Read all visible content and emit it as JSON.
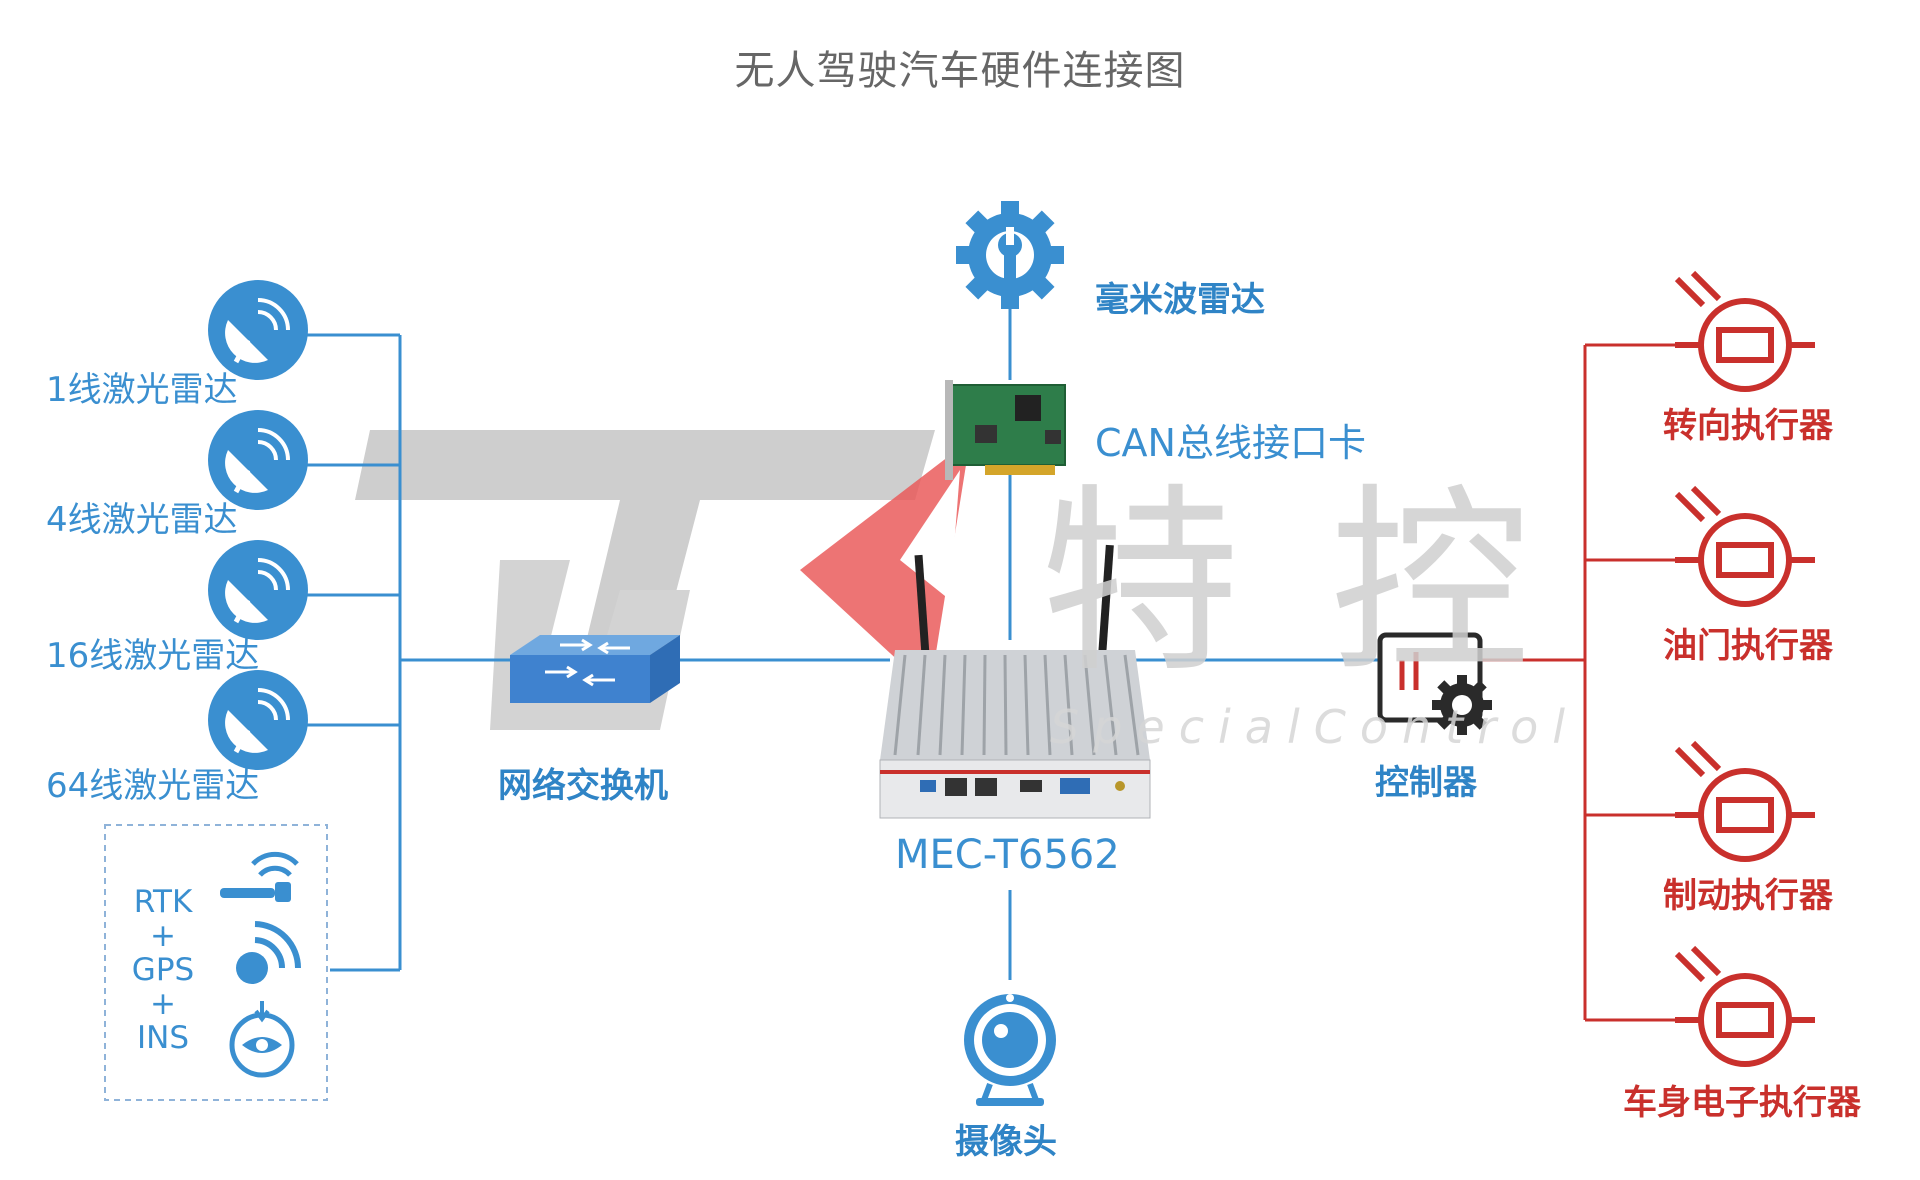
{
  "title": "无人驾驶汽车硬件连接图",
  "lidars": [
    {
      "label": "1线激光雷达"
    },
    {
      "label": "4线激光雷达"
    },
    {
      "label": "16线激光雷达"
    },
    {
      "label": "64线激光雷达"
    }
  ],
  "positioning": {
    "line1": "RTK",
    "plus1": "+",
    "line2": "GPS",
    "plus2": "+",
    "line3": "INS"
  },
  "switch_label": "网络交换机",
  "mmwave_label": "毫米波雷达",
  "can_card_label": "CAN总线接口卡",
  "computer_label": "MEC-T6562",
  "camera_label": "摄像头",
  "controller_label": "控制器",
  "actuators": [
    {
      "label": "转向执行器"
    },
    {
      "label": "油门执行器"
    },
    {
      "label": "制动执行器"
    },
    {
      "label": "车身电子执行器"
    }
  ],
  "watermark": {
    "cn_1": "特",
    "cn_2": "控",
    "en": "SpecialControl"
  },
  "colors": {
    "blue": "#3a8fd0",
    "red": "#c9302c",
    "gray_text": "#666666"
  }
}
